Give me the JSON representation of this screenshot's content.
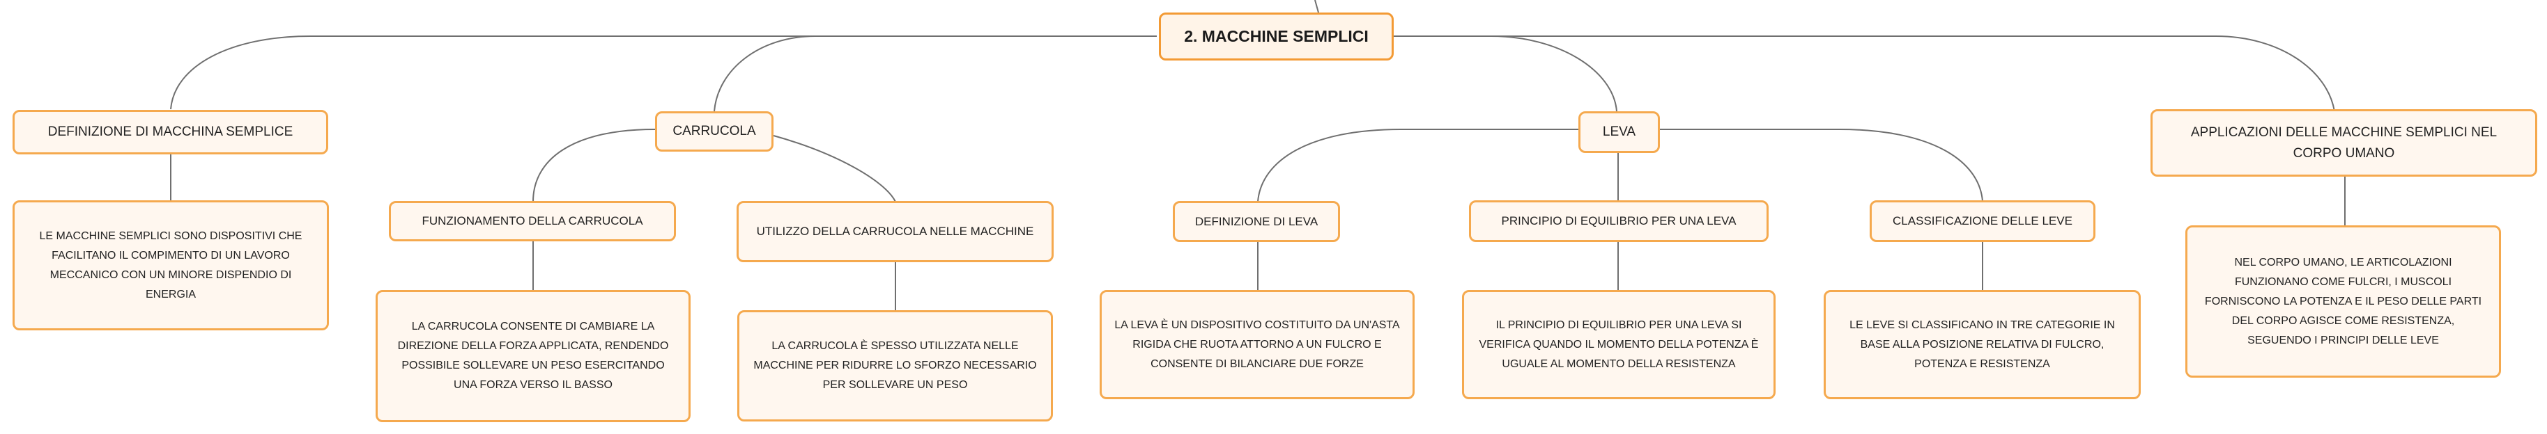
{
  "root": {
    "title": "2. MACCHINE SEMPLICI"
  },
  "topics": {
    "definizione": "DEFINIZIONE DI MACCHINA SEMPLICE",
    "carrucola": "CARRUCOLA",
    "leva": "LEVA",
    "applicazioni": "APPLICAZIONI DELLE MACCHINE SEMPLICI NEL CORPO UMANO"
  },
  "subtopics": {
    "funzionamento_carrucola": "FUNZIONAMENTO DELLA CARRUCOLA",
    "utilizzo_carrucola": "UTILIZZO DELLA CARRUCOLA NELLE MACCHINE",
    "definizione_leva": "DEFINIZIONE DI LEVA",
    "principio_equilibrio": "PRINCIPIO DI EQUILIBRIO PER UNA LEVA",
    "classificazione_leve": "CLASSIFICAZIONE DELLE LEVE"
  },
  "descriptions": {
    "macchina_semplice": "LE MACCHINE SEMPLICI SONO DISPOSITIVI CHE FACILITANO IL COMPIMENTO DI UN LAVORO MECCANICO CON UN MINORE DISPENDIO DI ENERGIA",
    "funzionamento_carrucola": "LA CARRUCOLA CONSENTE DI CAMBIARE LA DIREZIONE DELLA FORZA APPLICATA, RENDENDO POSSIBILE SOLLEVARE UN PESO ESERCITANDO UNA FORZA VERSO IL BASSO",
    "utilizzo_carrucola": "LA CARRUCOLA È SPESSO UTILIZZATA NELLE MACCHINE PER RIDURRE LO SFORZO NECESSARIO PER SOLLEVARE UN PESO",
    "definizione_leva": "LA LEVA È UN DISPOSITIVO COSTITUITO DA UN'ASTA RIGIDA CHE RUOTA ATTORNO A UN FULCRO E CONSENTE DI BILANCIARE DUE FORZE",
    "principio_equilibrio": "IL PRINCIPIO DI EQUILIBRIO PER UNA LEVA SI VERIFICA QUANDO IL MOMENTO DELLA POTENZA È UGUALE AL MOMENTO DELLA RESISTENZA",
    "classificazione_leve": "LE LEVE SI CLASSIFICANO IN TRE CATEGORIE IN BASE ALLA POSIZIONE RELATIVA DI FULCRO, POTENZA E RESISTENZA",
    "corpo_umano": "NEL CORPO UMANO, LE ARTICOLAZIONI FUNZIONANO COME FULCRI, I MUSCOLI FORNISCONO LA POTENZA E IL PESO DELLE PARTI DEL CORPO AGISCE COME RESISTENZA, SEGUENDO I PRINCIPI DELLE LEVE"
  }
}
